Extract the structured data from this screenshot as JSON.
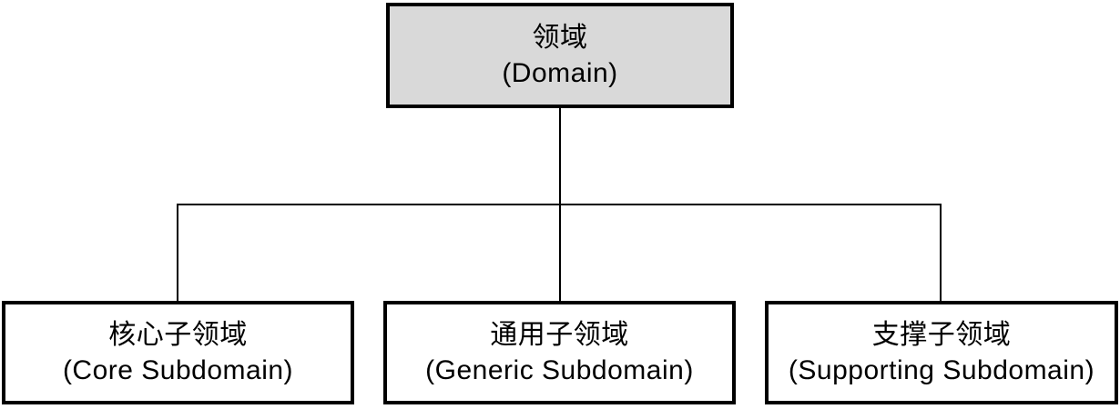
{
  "diagram": {
    "type": "tree",
    "root": {
      "zh": "领域",
      "en": "(Domain)"
    },
    "children": [
      {
        "zh": "核心子领域",
        "en": "(Core Subdomain)"
      },
      {
        "zh": "通用子领域",
        "en": "(Generic Subdomain)"
      },
      {
        "zh": "支撑子领域",
        "en": "(Supporting Subdomain)"
      }
    ],
    "colors": {
      "root_fill": "#d9d9d9",
      "child_fill": "#ffffff",
      "border": "#000000",
      "connector": "#000000",
      "text": "#000000",
      "background": "#ffffff"
    }
  }
}
